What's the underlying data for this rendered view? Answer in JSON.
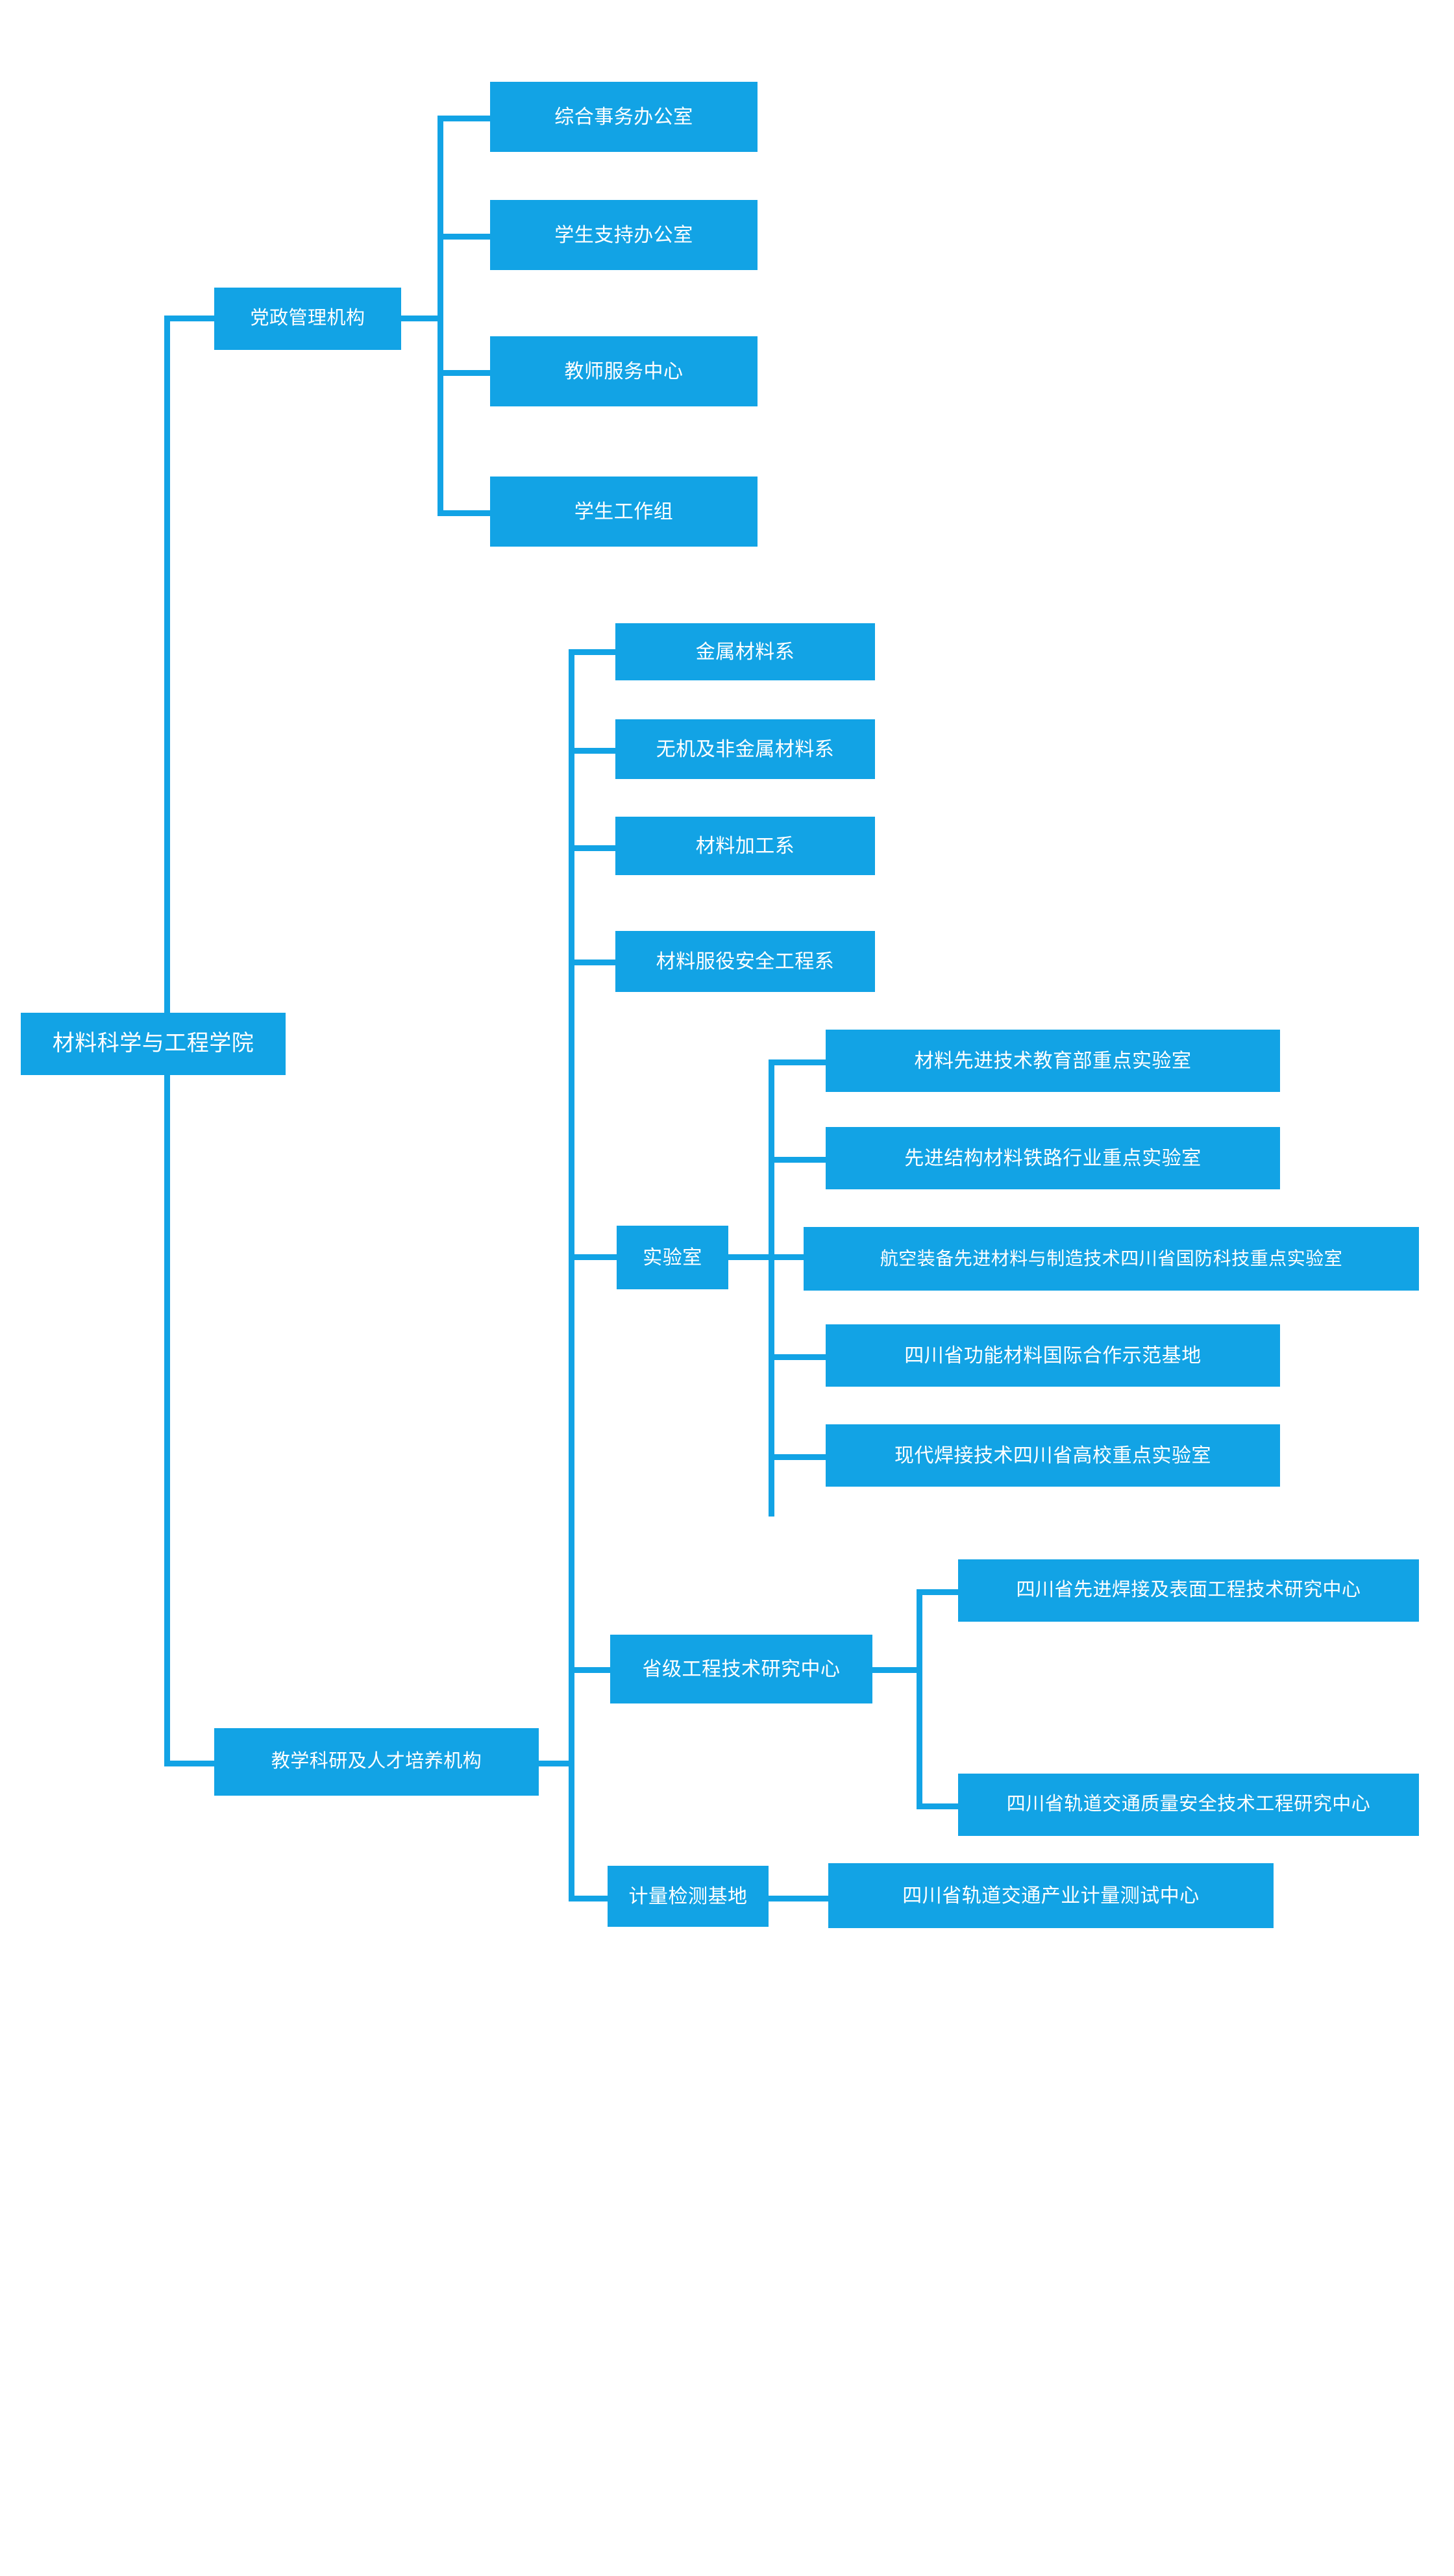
{
  "diagram": {
    "type": "organization-chart",
    "orientation": "left-to-right",
    "accent_color": "#12A3E5",
    "text_color": "#FFFFFF",
    "background_color": "#FFFFFF",
    "root": {
      "label": "材料科学与工程学院"
    },
    "branches": [
      {
        "label": "党政管理机构",
        "children": [
          {
            "label": "综合事务办公室"
          },
          {
            "label": "学生支持办公室"
          },
          {
            "label": "教师服务中心"
          },
          {
            "label": "学生工作组"
          }
        ]
      },
      {
        "label": "教学科研及人才培养机构",
        "children": [
          {
            "label": "金属材料系"
          },
          {
            "label": "无机及非金属材料系"
          },
          {
            "label": "材料加工系"
          },
          {
            "label": "材料服役安全工程系"
          },
          {
            "label": "实验室",
            "children": [
              {
                "label": "材料先进技术教育部重点实验室"
              },
              {
                "label": "先进结构材料铁路行业重点实验室"
              },
              {
                "label": "航空装备先进材料与制造技术四川省国防科技重点实验室"
              },
              {
                "label": "四川省功能材料国际合作示范基地"
              },
              {
                "label": "现代焊接技术四川省高校重点实验室"
              }
            ]
          },
          {
            "label": "省级工程技术研究中心",
            "children": [
              {
                "label": "四川省先进焊接及表面工程技术研究中心"
              },
              {
                "label": "四川省轨道交通质量安全技术工程研究中心"
              }
            ]
          },
          {
            "label": "计量检测基地",
            "children": [
              {
                "label": "四川省轨道交通产业计量测试中心"
              }
            ]
          }
        ]
      }
    ]
  }
}
